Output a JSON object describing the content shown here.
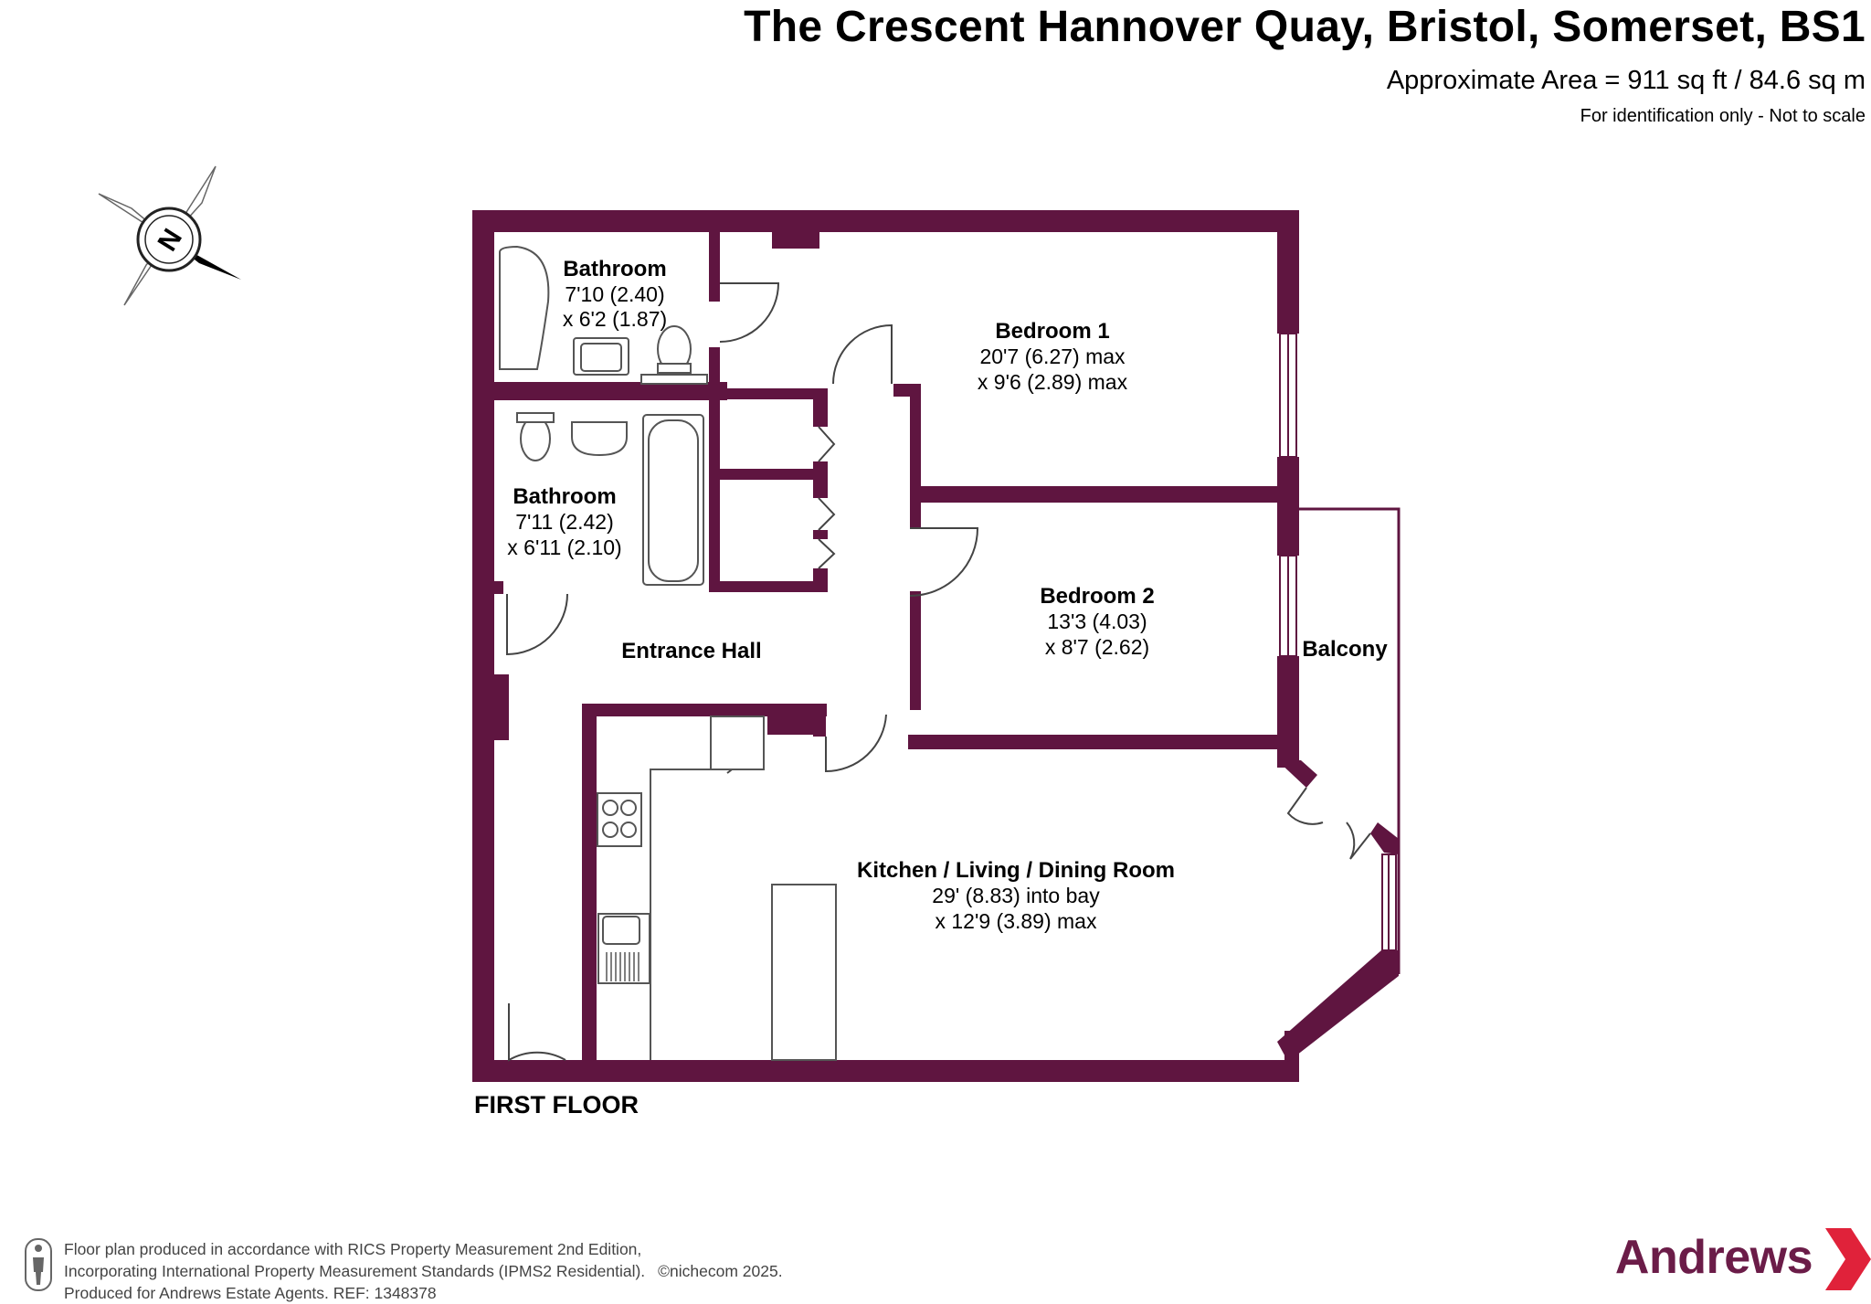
{
  "header": {
    "title": "The Crescent Hannover Quay, Bristol, Somerset, BS1",
    "area": "Approximate Area = 911 sq ft / 84.6 sq m",
    "note": "For identification only - Not to scale"
  },
  "compass": {
    "label": "N",
    "icon": "north-arrow-icon"
  },
  "rooms": {
    "bathroom_1": {
      "name": "Bathroom",
      "dim1": "7'10 (2.40)",
      "dim2": "x 6'2 (1.87)"
    },
    "bathroom_2": {
      "name": "Bathroom",
      "dim1": "7'11 (2.42)",
      "dim2": "x 6'11 (2.10)"
    },
    "bedroom_1": {
      "name": "Bedroom 1",
      "dim1": "20'7 (6.27) max",
      "dim2": "x 9'6 (2.89) max"
    },
    "bedroom_2": {
      "name": "Bedroom 2",
      "dim1": "13'3 (4.03)",
      "dim2": "x 8'7 (2.62)"
    },
    "entrance_hall": {
      "name": "Entrance Hall"
    },
    "balcony": {
      "name": "Balcony"
    },
    "kitchen": {
      "name": "Kitchen / Living / Dining Room",
      "dim1": "29' (8.83) into bay",
      "dim2": "x 12'9 (3.89) max"
    }
  },
  "floor_label": "FIRST FLOOR",
  "footer": {
    "line1": "Floor plan produced in accordance with RICS Property Measurement 2nd Edition,",
    "line2": "Incorporating International Property Measurement Standards (IPMS2 Residential).",
    "copyright": "©nichecom 2025.",
    "line3": "Produced for Andrews Estate Agents.   REF: 1348378",
    "brand": "Andrews"
  },
  "colors": {
    "wall": "#5f1540",
    "brand": "#6b1c48",
    "accent": "#e0223a",
    "fixture": "#555555"
  }
}
